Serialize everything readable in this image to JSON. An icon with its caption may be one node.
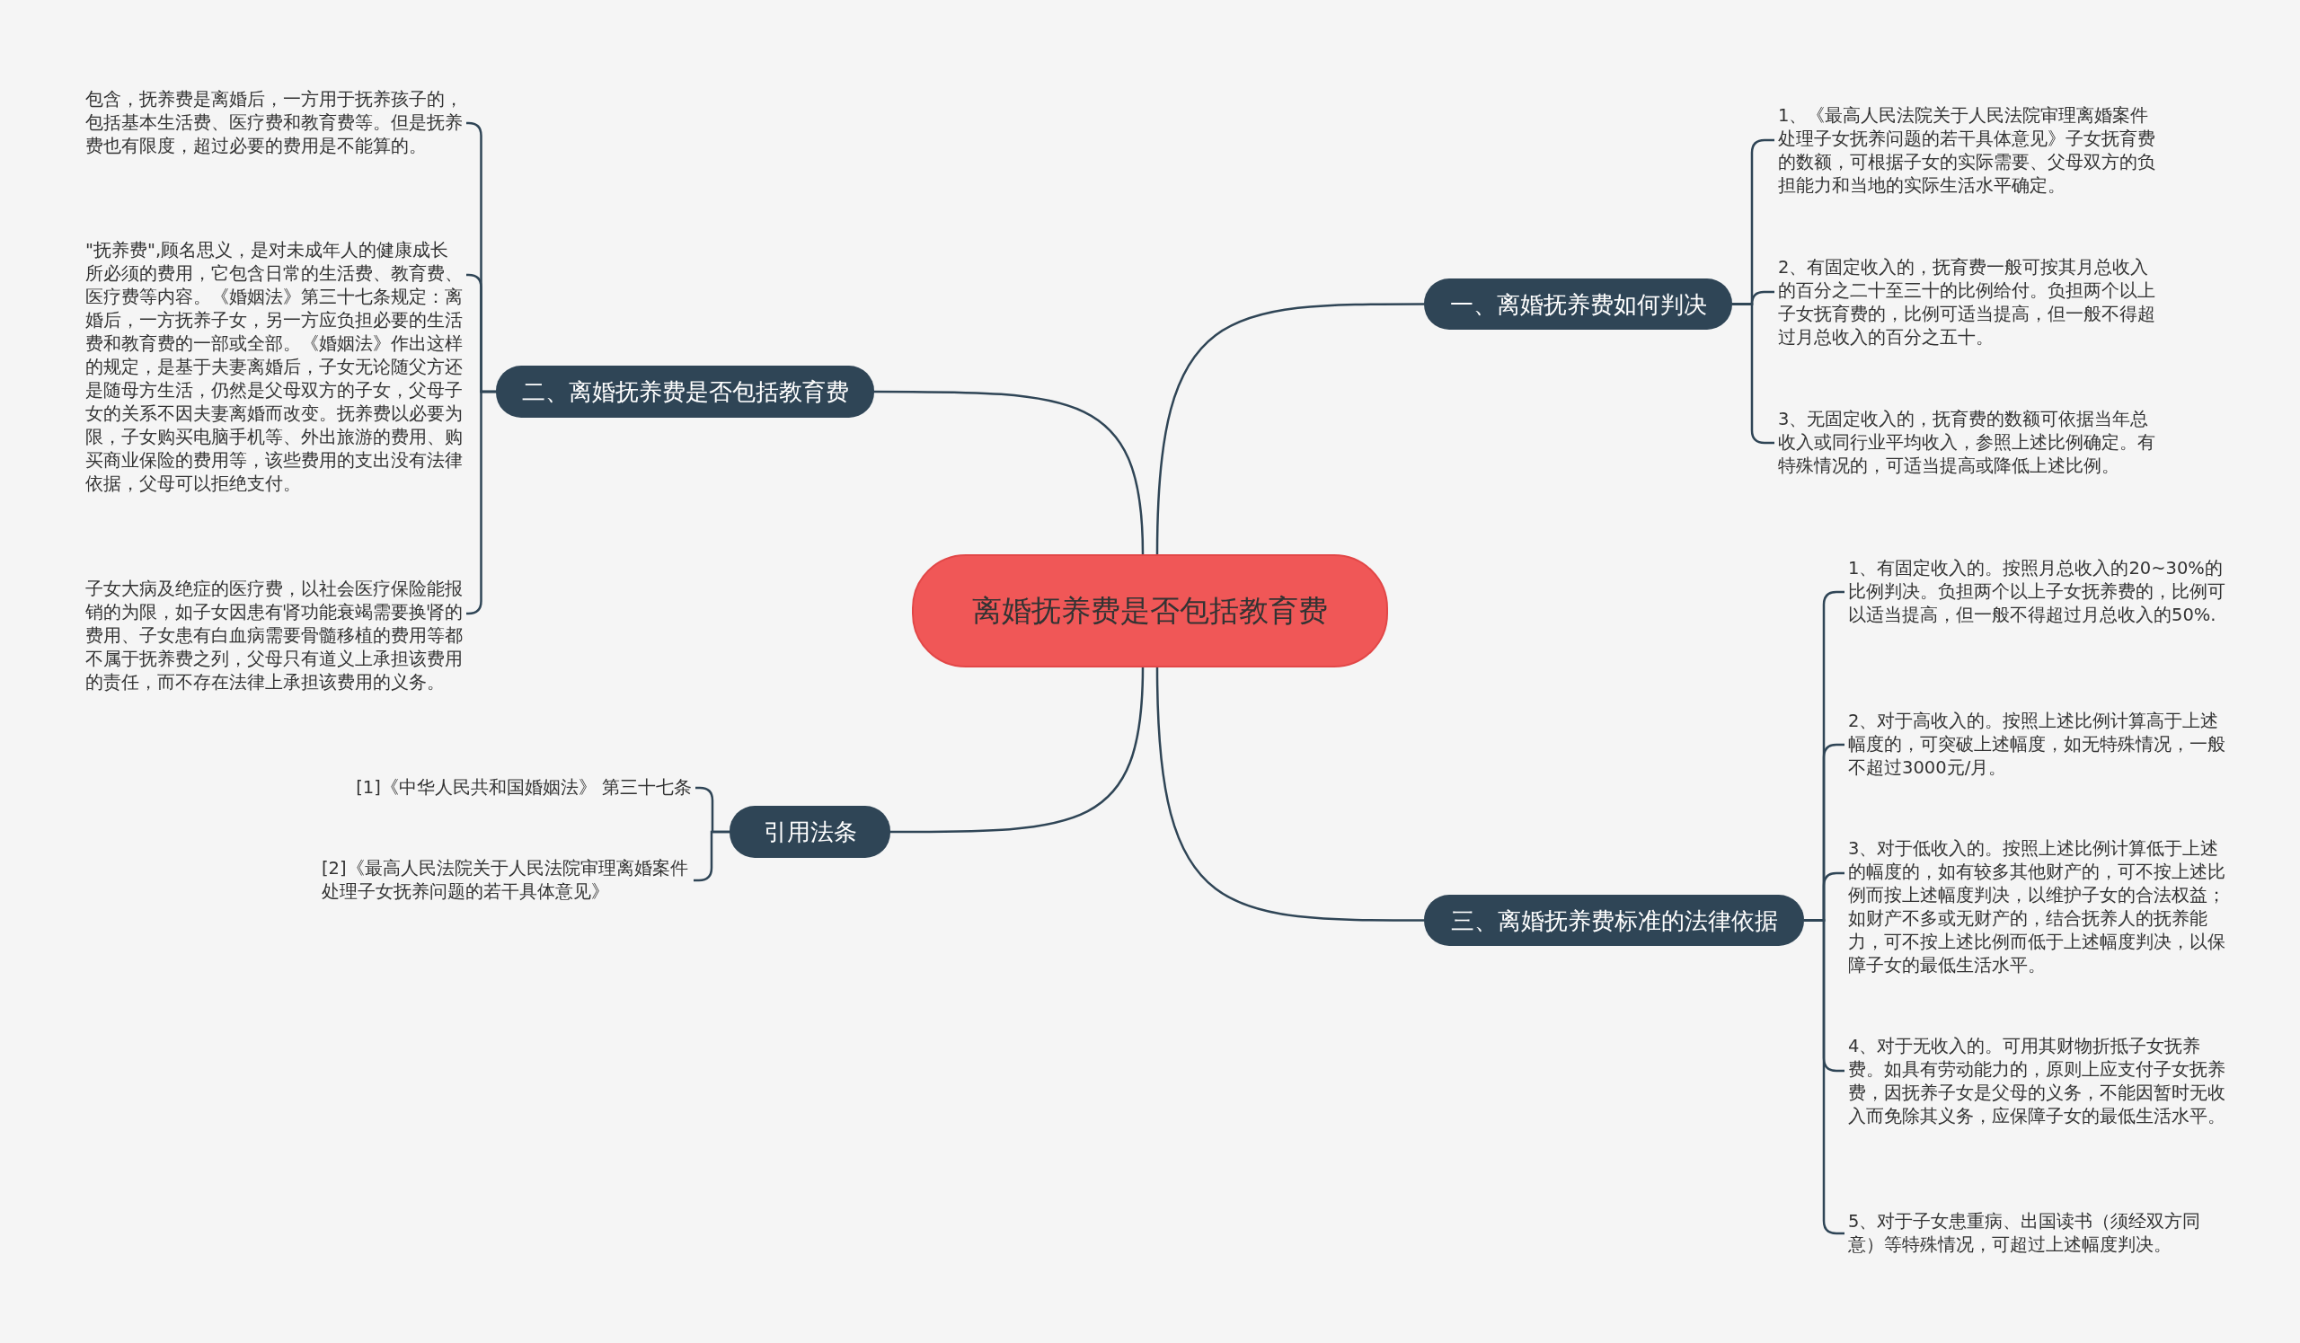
{
  "diagram": {
    "nodes": [
      {
        "text": [
          "离婚抚养费是否包括教育费"
        ]
      },
      {
        "text": [
          "一、离婚抚养费如何判决"
        ]
      },
      {
        "text": [
          "1、《最高人民法院关于人民法院审理离婚案件处理子女抚养问题的若干具体意见》子女抚育费的数额，可根据子女的实际需要、父母双方的负担能力和当地的实际生活水平确定。"
        ]
      },
      {
        "text": [
          "2、有固定收入的，抚育费一般可按其月总收入的百分之二十至三十的比例给付。负担两个以上子女抚育费的，比例可适当提高，但一般不得超过月总收入的百分之五十。"
        ]
      },
      {
        "text": [
          "3、无固定收入的，抚育费的数额可依据当年总收入或同行业平均收入，参照上述比例确定。有特殊情况的，可适当提高或降低上述比例。"
        ]
      },
      {
        "text": [
          "三、离婚抚养费标准的法律依据"
        ]
      },
      {
        "text": [
          "1、有固定收入的。按照月总收入的20~30%的比例判决。负担两个以上子女抚养费的，比例可以适当提高，但一般不得超过月总收入的50%."
        ]
      },
      {
        "text": [
          "2、对于高收入的。按照上述比例计算高于上述幅度的，可突破上述幅度，如无特殊情况，一般不超过3000元/月。"
        ]
      },
      {
        "text": [
          "3、对于低收入的。按照上述比例计算低于上述的幅度的，如有较多其他财产的，可不按上述比例而按上述幅度判决，以维护子女的合法权益；如财产不多或无财产的，结合抚养人的抚养能力，可不按上述比例而低于上述幅度判决，以保障子女的最低生活水平。"
        ]
      },
      {
        "text": [
          "4、对于无收入的。可用其财物折抵子女抚养费。如具有劳动能力的，原则上应支付子女抚养费，因抚养子女是父母的义务，不能因暂时无收入而免除其义务，应保障子女的最低生活水平。"
        ]
      },
      {
        "text": [
          "5、对于子女患重病、出国读书（须经双方同意）等特殊情况，可超过上述幅度判决。"
        ]
      },
      {
        "text": [
          "二、离婚抚养费是否包括教育费"
        ]
      },
      {
        "text": [
          "包含，抚养费是离婚后，一方用于抚养孩子的，包括基本生活费、医疗费和教育费等。但是抚养费也有限度，超过必要的费用是不能算的。"
        ]
      },
      {
        "text": [
          "\"抚养费\",顾名思义，是对未成年人的健康成长所必须的费用，它包含日常的生活费、教育费、医疗费等内容。《婚姻法》第三十七条规定：离婚后，一方抚养子女，另一方应负担必要的生活费和教育费的一部或全部。《婚姻法》作出这样的规定，是基于夫妻离婚后，子女无论随父方还是随母方生活，仍然是父母双方的子女，父母子女的关系不因夫妻离婚而改变。抚养费以必要为限，子女购买电脑手机等、外出旅游的费用、购买商业保险的费用等，该些费用的支出没有法律依据，父母可以拒绝支付。"
        ]
      },
      {
        "text": [
          "子女大病及绝症的医疗费，以社会医疗保险能报销的为限，如子女因患有肾功能衰竭需要换肾的费用、子女患有白血病需要骨髓移植的费用等都不属于抚养费之列，父母只有道义上承担该费用的责任，而不存在法律上承担该费用的义务。"
        ]
      },
      {
        "text": [
          "引用法条"
        ]
      },
      {
        "text": [
          "[1]《中华人民共和国婚姻法》 第三十七条"
        ]
      },
      {
        "text": [
          "[2]《最高人民法院关于人民法院审理离婚案件处理子女抚养问题的若干具体意见》"
        ]
      }
    ],
    "edges": [
      {
        "from": 0,
        "to": 1,
        "arrow": "none"
      },
      {
        "from": 1,
        "to": 2,
        "arrow": "none"
      },
      {
        "from": 1,
        "to": 3,
        "arrow": "none"
      },
      {
        "from": 1,
        "to": 4,
        "arrow": "none"
      },
      {
        "from": 0,
        "to": 5,
        "arrow": "none"
      },
      {
        "from": 5,
        "to": 6,
        "arrow": "none"
      },
      {
        "from": 5,
        "to": 7,
        "arrow": "none"
      },
      {
        "from": 5,
        "to": 8,
        "arrow": "none"
      },
      {
        "from": 5,
        "to": 9,
        "arrow": "none"
      },
      {
        "from": 5,
        "to": 10,
        "arrow": "none"
      },
      {
        "from": 0,
        "to": 11,
        "arrow": "none"
      },
      {
        "from": 11,
        "to": 12,
        "arrow": "none"
      },
      {
        "from": 11,
        "to": 13,
        "arrow": "none"
      },
      {
        "from": 11,
        "to": 14,
        "arrow": "none"
      },
      {
        "from": 0,
        "to": 15,
        "arrow": "none"
      },
      {
        "from": 15,
        "to": 16,
        "arrow": "none"
      },
      {
        "from": 15,
        "to": 17,
        "arrow": "none"
      }
    ]
  }
}
